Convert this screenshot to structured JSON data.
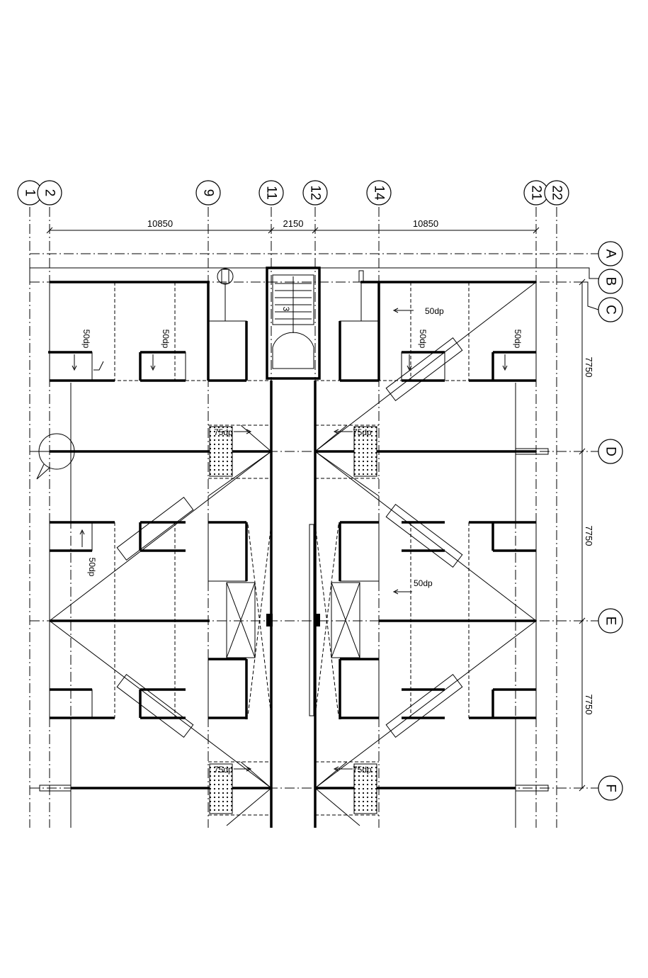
{
  "grid_bubbles_top": [
    "1",
    "2",
    "9",
    "11",
    "12",
    "14",
    "21",
    "22"
  ],
  "grid_bubbles_side": [
    "A",
    "B",
    "C",
    "D",
    "E",
    "F"
  ],
  "dimensions_horizontal": [
    "10850",
    "2150",
    "10850"
  ],
  "dimensions_vertical": [
    "7750",
    "7750",
    "7750"
  ],
  "annotations": {
    "dp50": "50dp",
    "dp75": "75dp",
    "stair_no": "3"
  },
  "colors": {
    "line": "#000000",
    "background": "#ffffff"
  }
}
